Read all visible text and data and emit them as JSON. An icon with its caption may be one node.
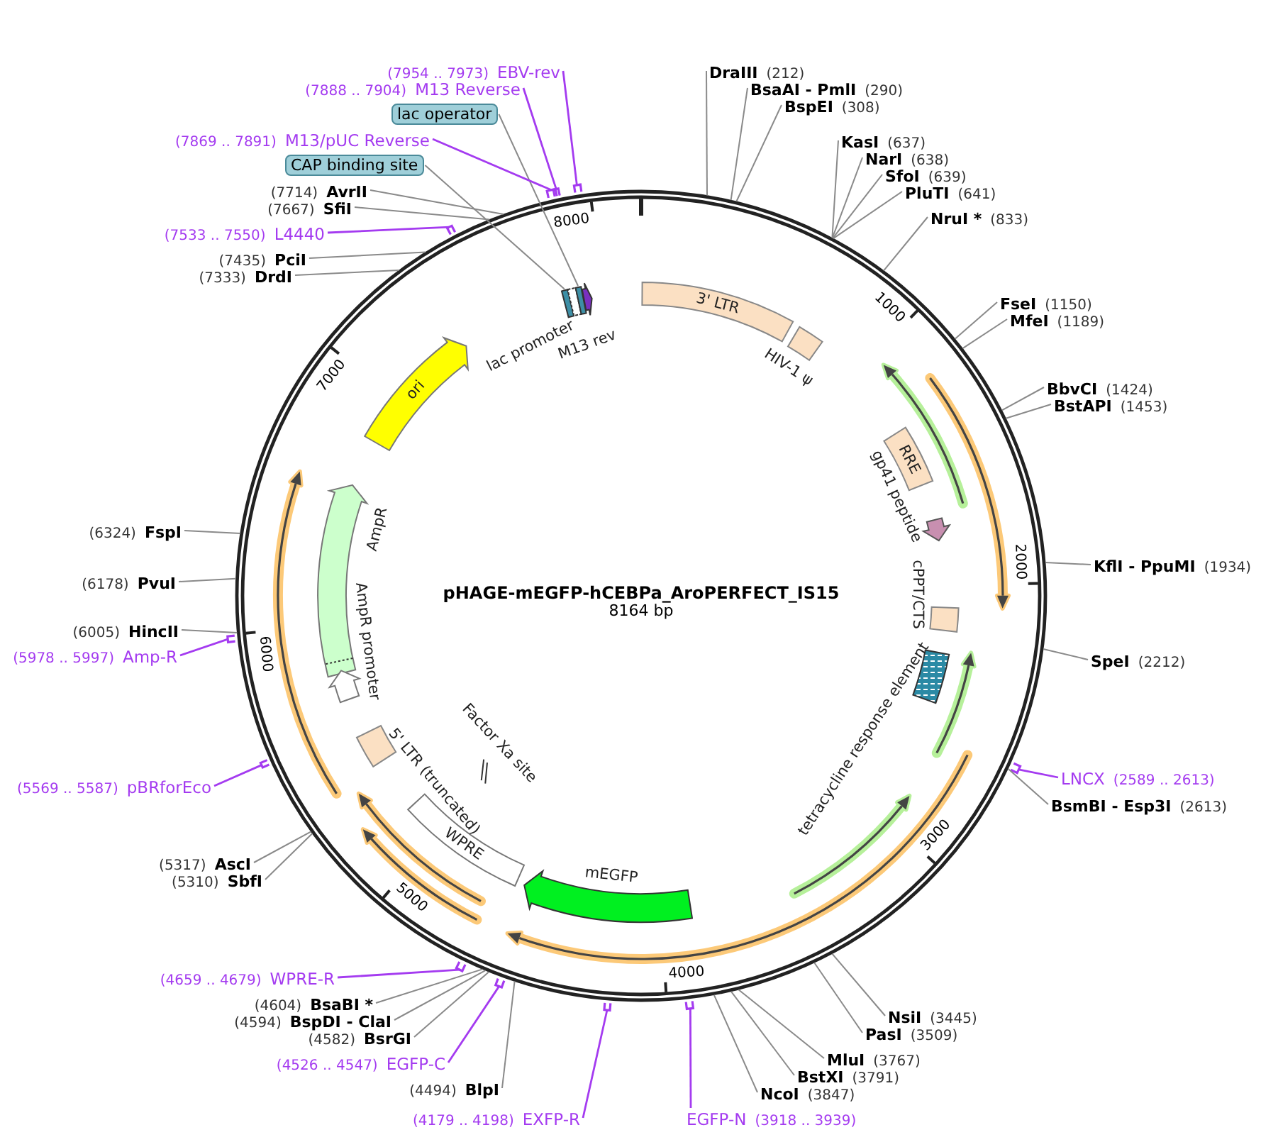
{
  "diagram": {
    "title": "pHAGE-mEGFP-hCEBPa_AroPERFECT_IS15",
    "nodes": [
      {
        "text": [
          "(7954 .. 7973)",
          "EBV-rev"
        ]
      },
      {
        "text": [
          "(7888 .. 7904)",
          "M13 Reverse"
        ]
      },
      {
        "text": [
          "lac operator"
        ]
      },
      {
        "text": [
          "(7869 .. 7891)",
          "M13/pUC Reverse"
        ]
      },
      {
        "text": [
          "CAP binding site"
        ]
      },
      {
        "text": [
          "(7714)",
          "AvrII"
        ]
      },
      {
        "text": [
          "(7667)",
          "SfiI"
        ]
      },
      {
        "text": [
          "(7533 .. 7550)",
          "L4440"
        ]
      },
      {
        "text": [
          "(7435)",
          "PciI"
        ]
      },
      {
        "text": [
          "(7333)",
          "DrdI"
        ]
      },
      {
        "text": [
          "DraIII",
          "(212)"
        ]
      },
      {
        "text": [
          "BsaAI - PmlI",
          "(290)"
        ]
      },
      {
        "text": [
          "BspEI",
          "(308)"
        ]
      },
      {
        "text": [
          "KasI",
          "(637)"
        ]
      },
      {
        "text": [
          "NarI",
          "(638)"
        ]
      },
      {
        "text": [
          "SfoI",
          "(639)"
        ]
      },
      {
        "text": [
          "PluTI",
          "(641)"
        ]
      },
      {
        "text": [
          "NruI *",
          "(833)"
        ]
      },
      {
        "text": [
          "FseI",
          "(1150)"
        ]
      },
      {
        "text": [
          "MfeI",
          "(1189)"
        ]
      },
      {
        "text": [
          "BbvCI",
          "(1424)"
        ]
      },
      {
        "text": [
          "BstAPI",
          "(1453)"
        ]
      },
      {
        "text": [
          "(6324)",
          "FspI"
        ]
      },
      {
        "text": [
          "(6178)",
          "PvuI"
        ]
      },
      {
        "text": [
          "(6005)",
          "HincII"
        ]
      },
      {
        "text": [
          "(5978 .. 5997)",
          "Amp-R"
        ]
      },
      {
        "text": [
          "KflI - PpuMI",
          "(1934)"
        ]
      },
      {
        "text": [
          "SpeI",
          "(2212)"
        ]
      },
      {
        "text": [
          "LNCX",
          "(2589 .. 2613)"
        ]
      },
      {
        "text": [
          "BsmBI - Esp3I",
          "(2613)"
        ]
      },
      {
        "text": [
          "(5569 .. 5587)",
          "pBRforEco"
        ]
      },
      {
        "text": [
          "(5317)",
          "AscI"
        ]
      },
      {
        "text": [
          "(5310)",
          "SbfI"
        ]
      },
      {
        "text": [
          "(4659 .. 4679)",
          "WPRE-R"
        ]
      },
      {
        "text": [
          "(4604)",
          "BsaBI *"
        ]
      },
      {
        "text": [
          "(4594)",
          "BspDI - ClaI"
        ]
      },
      {
        "text": [
          "(4582)",
          "BsrGI"
        ]
      },
      {
        "text": [
          "(4526 .. 4547)",
          "EGFP-C"
        ]
      },
      {
        "text": [
          "(4494)",
          "BlpI"
        ]
      },
      {
        "text": [
          "NsiI",
          "(3445)"
        ]
      },
      {
        "text": [
          "PasI",
          "(3509)"
        ]
      },
      {
        "text": [
          "MluI",
          "(3767)"
        ]
      },
      {
        "text": [
          "BstXI",
          "(3791)"
        ]
      },
      {
        "text": [
          "NcoI",
          "(3847)"
        ]
      },
      {
        "text": [
          "(4179 .. 4198)",
          "EXFP-R"
        ]
      },
      {
        "text": [
          "EGFP-N",
          "(3918 .. 3939)"
        ]
      },
      {
        "text": [],
        "shape": "box"
      },
      {
        "text": [
          "lac promoter"
        ]
      },
      {
        "text": [],
        "shape": "box"
      },
      {
        "text": [
          "M13 rev"
        ]
      },
      {
        "text": [
          "3' LTR"
        ]
      },
      {
        "text": [
          "HIV-1 ψ"
        ]
      },
      {
        "text": [
          "ori"
        ]
      },
      {
        "text": [
          "RRE"
        ]
      },
      {
        "text": [
          "gp41 peptide"
        ]
      },
      {
        "text": [
          "cPPT/CTS"
        ]
      },
      {
        "text": [
          "AmpR"
        ]
      },
      {
        "text": [
          "AmpR promoter"
        ]
      },
      {
        "text": [
          "tetracycline response element"
        ]
      },
      {
        "text": [
          "5' LTR (truncated)"
        ]
      },
      {
        "text": [
          "Factor Xa site"
        ]
      },
      {
        "text": [
          "WPRE"
        ]
      },
      {
        "text": [
          "mEGFP"
        ]
      }
    ],
    "edges": [
      {
        "from": 0,
        "to": null,
        "arrow": "none",
        "color": "#a43bf0"
      },
      {
        "from": 1,
        "to": null,
        "arrow": "none",
        "color": "#a43bf0"
      },
      {
        "from": 2,
        "to": 48,
        "arrow": "none"
      },
      {
        "from": 3,
        "to": null,
        "arrow": "none",
        "color": "#a43bf0"
      },
      {
        "from": 4,
        "to": 46,
        "arrow": "none"
      },
      {
        "from": 5,
        "to": null,
        "arrow": "none"
      },
      {
        "from": 6,
        "to": null,
        "arrow": "none"
      },
      {
        "from": 7,
        "to": null,
        "arrow": "none",
        "color": "#a43bf0"
      },
      {
        "from": 8,
        "to": null,
        "arrow": "none"
      },
      {
        "from": 9,
        "to": null,
        "arrow": "none"
      },
      {
        "from": 10,
        "to": null,
        "arrow": "none"
      },
      {
        "from": 11,
        "to": null,
        "arrow": "none"
      },
      {
        "from": 12,
        "to": null,
        "arrow": "none"
      },
      {
        "from": 13,
        "to": null,
        "arrow": "none"
      },
      {
        "from": 14,
        "to": null,
        "arrow": "none"
      },
      {
        "from": 15,
        "to": null,
        "arrow": "none"
      },
      {
        "from": 16,
        "to": null,
        "arrow": "none"
      },
      {
        "from": 17,
        "to": null,
        "arrow": "none"
      },
      {
        "from": 18,
        "to": null,
        "arrow": "none"
      },
      {
        "from": 19,
        "to": null,
        "arrow": "none"
      },
      {
        "from": 20,
        "to": null,
        "arrow": "none"
      },
      {
        "from": 21,
        "to": null,
        "arrow": "none"
      },
      {
        "from": 22,
        "to": null,
        "arrow": "none"
      },
      {
        "from": 23,
        "to": null,
        "arrow": "none"
      },
      {
        "from": 24,
        "to": null,
        "arrow": "none"
      },
      {
        "from": 25,
        "to": null,
        "arrow": "none",
        "color": "#a43bf0"
      },
      {
        "from": 26,
        "to": null,
        "arrow": "none"
      },
      {
        "from": 27,
        "to": null,
        "arrow": "none"
      },
      {
        "from": 28,
        "to": null,
        "arrow": "none",
        "color": "#a43bf0"
      },
      {
        "from": 29,
        "to": null,
        "arrow": "none"
      },
      {
        "from": 30,
        "to": null,
        "arrow": "none",
        "color": "#a43bf0"
      },
      {
        "from": 31,
        "to": null,
        "arrow": "none"
      },
      {
        "from": 32,
        "to": null,
        "arrow": "none"
      },
      {
        "from": 33,
        "to": null,
        "arrow": "none",
        "color": "#a43bf0"
      },
      {
        "from": 34,
        "to": null,
        "arrow": "none"
      },
      {
        "from": 35,
        "to": null,
        "arrow": "none"
      },
      {
        "from": 36,
        "to": null,
        "arrow": "none"
      },
      {
        "from": 37,
        "to": null,
        "arrow": "none",
        "color": "#a43bf0"
      },
      {
        "from": 38,
        "to": null,
        "arrow": "none"
      },
      {
        "from": 39,
        "to": null,
        "arrow": "none"
      },
      {
        "from": 40,
        "to": null,
        "arrow": "none"
      },
      {
        "from": 41,
        "to": null,
        "arrow": "none"
      },
      {
        "from": 42,
        "to": null,
        "arrow": "none"
      },
      {
        "from": 43,
        "to": null,
        "arrow": "none"
      },
      {
        "from": 44,
        "to": null,
        "arrow": "none",
        "color": "#a43bf0"
      },
      {
        "from": 45,
        "to": null,
        "arrow": "none",
        "color": "#a43bf0"
      }
    ],
    "labels": [
      "8164 bp",
      "1000",
      "2000",
      "3000",
      "4000",
      "5000",
      "6000",
      "7000",
      "8000"
    ]
  }
}
